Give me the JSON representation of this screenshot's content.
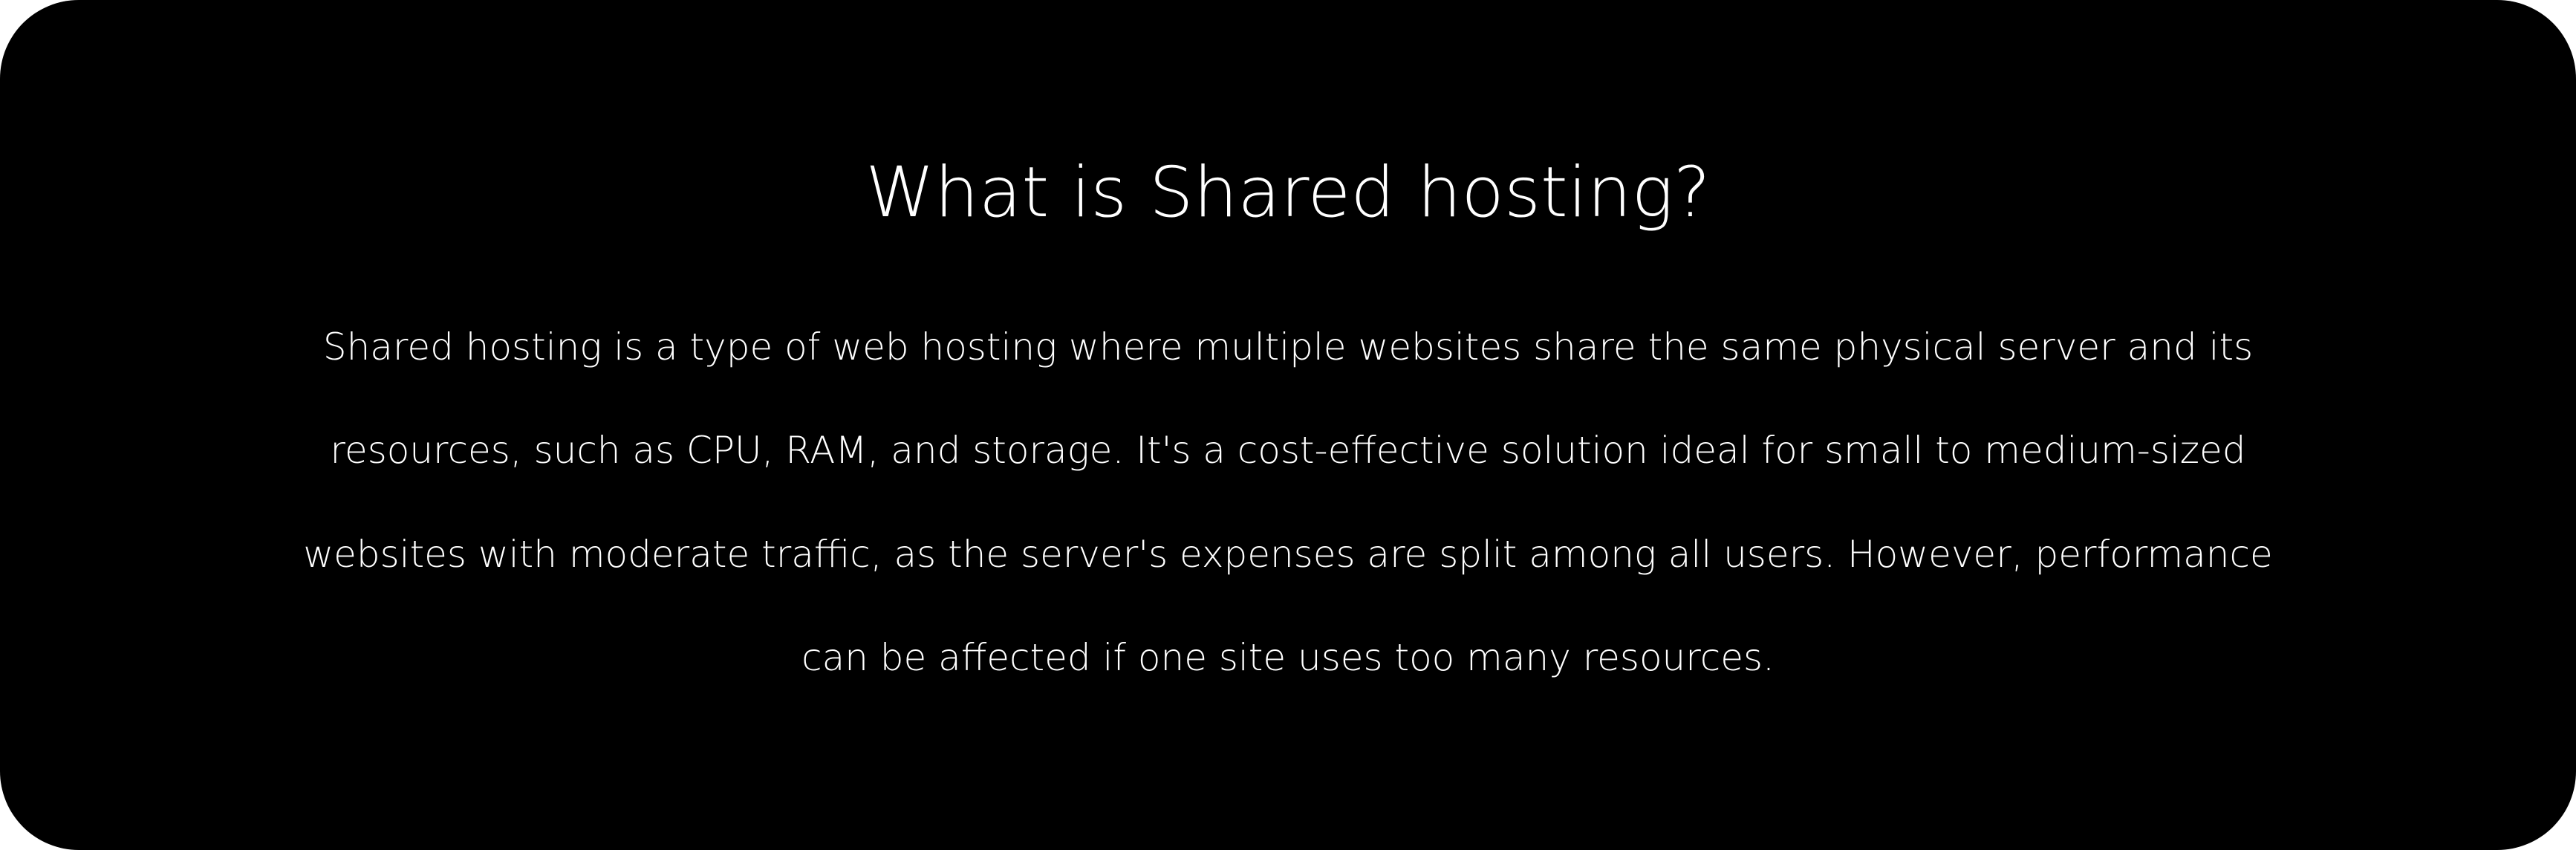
{
  "heading": "What is Shared hosting?",
  "description_lines": [
    "Shared hosting is a type of web hosting where multiple websites share the same physical server and its",
    "resources, such as CPU, RAM, and storage. It's a cost-effective solution ideal for small to medium-sized",
    "websites with moderate traffic, as the server's expenses are split among all users. However, performance",
    "can be affected if one site uses too many resources."
  ],
  "colors": {
    "card_background": "#000000",
    "text": "#ffffff",
    "page_background": "#ffffff"
  }
}
